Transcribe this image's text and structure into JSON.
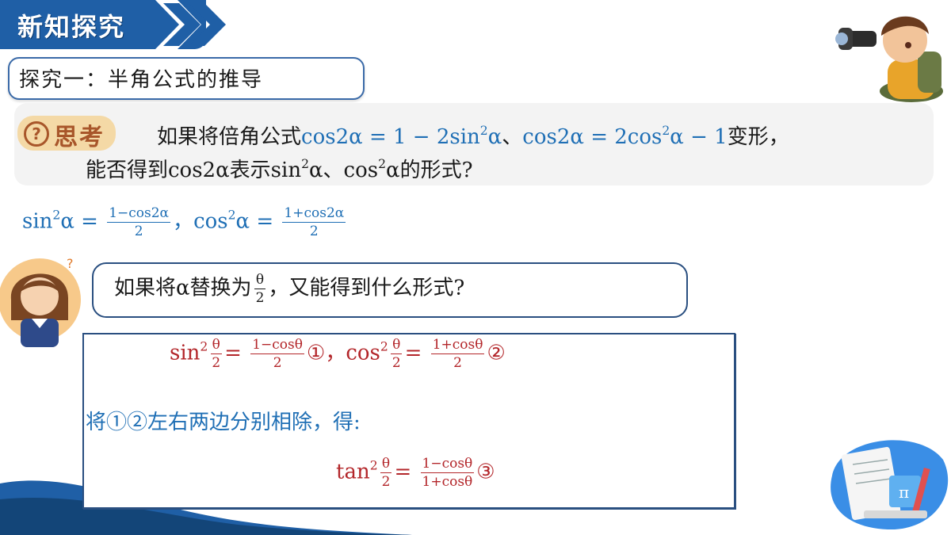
{
  "header": {
    "title": "新知探究"
  },
  "subtitle": "探究一：半角公式的推导",
  "think": {
    "badge_label": "思考",
    "badge_icon": "?",
    "line1_a": "如果将倍角公式",
    "line1_f1": "cos2α = 1 − 2sin",
    "line1_f1_sup": "2",
    "line1_f1_end": "α",
    "line1_sep": "、",
    "line1_f2": "cos2α = 2cos",
    "line1_f2_sup": "2",
    "line1_f2_end": "α − 1",
    "line1_b": "变形，",
    "line2_a": "能否得到cos2α表示sin",
    "line2_sup1": "2",
    "line2_b": "α、cos",
    "line2_sup2": "2",
    "line2_c": "α的形式?"
  },
  "formula1": {
    "sin_lhs": "sin",
    "sup": "2",
    "alpha_eq": "α =",
    "sin_num": "1−cos2α",
    "sin_den": "2",
    "sep": "，",
    "cos_lhs": "cos",
    "cos_num": "1+cos2α",
    "cos_den": "2"
  },
  "question": {
    "text_a": "如果将α替换为",
    "frac_num": "θ",
    "frac_den": "2",
    "text_b": "，又能得到什么形式?"
  },
  "answer": {
    "sin_lhs": "sin",
    "sup": "2",
    "half_num": "θ",
    "half_den": "2",
    "eq": "=",
    "sin_num": "1−cosθ",
    "sin_den": "2",
    "mark1": "①",
    "sep": "，",
    "cos_lhs": "cos",
    "cos_num": "1+cosθ",
    "cos_den": "2",
    "mark2": "②",
    "divide_text": "将①②左右两边分别相除，得:",
    "tan_lhs": "tan",
    "tan_num": "1−cosθ",
    "tan_den": "1+cosθ",
    "mark3": "③"
  },
  "colors": {
    "accent": "#1f5fa6",
    "formula_blue": "#1f6fb5",
    "formula_red": "#b3262a",
    "badge": "#f4d9a6"
  }
}
